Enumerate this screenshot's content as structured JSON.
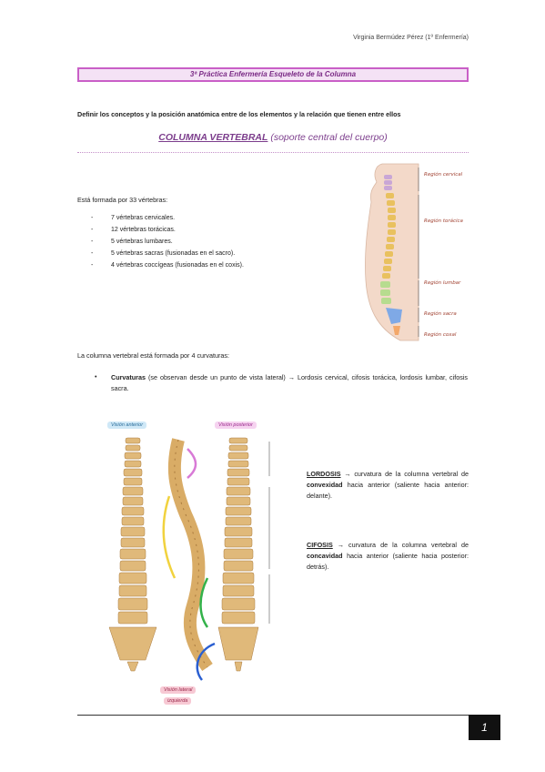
{
  "header": {
    "author": "Virginia Bermúdez Pérez (1º Enfermería)"
  },
  "banner": {
    "title": "3ª Práctica Enfermería Esqueleto de la Columna"
  },
  "intro": "Definir los conceptos y la posición anatómica entre de los elementos y la relación que tienen entre ellos",
  "heading": {
    "main": "COLUMNA VERTEBRAL",
    "sub": " (soporte central del cuerpo)"
  },
  "composition": {
    "lead": "Está formada por 33 vértebras:",
    "items": [
      "7 vértebras cervicales.",
      "12 vértebras torácicas.",
      "5 vértebras lumbares.",
      "5 vértebras sacras (fusionadas en el sacro).",
      "4 vértebras coccígeas (fusionadas en el coxis)."
    ]
  },
  "figure_top": {
    "regions": [
      "Región cervical",
      "Región torácica",
      "Región lumbar",
      "Región sacra",
      "Región coxal"
    ]
  },
  "curvatures": {
    "lead": "La columna vertebral está formada por 4 curvaturas:",
    "bullet_term": "Curvaturas",
    "bullet_text": " (se observan desde un punto de vista lateral) → Lordosis cervical, cifosis torácica, lordosis lumbar, cifosis sacra."
  },
  "figure_bottom": {
    "view_anterior": "Visión anterior",
    "view_posterior": "Visión posterior",
    "view_lateral_1": "Visión lateral",
    "view_lateral_2": "izquierda"
  },
  "definitions": {
    "lordosis_term": "LORDOSIS",
    "lordosis_a": " → curvatura de la columna vertebral de ",
    "lordosis_b": "convexidad",
    "lordosis_c": " hacia anterior (saliente hacia anterior: delante).",
    "cifosis_term": "CIFOSIS",
    "cifosis_a": " → curvatura de la columna vertebral de ",
    "cifosis_b": "concavidad",
    "cifosis_c": " hacia anterior (saliente hacia posterior: detrás)."
  },
  "footer": {
    "page": "1"
  },
  "colors": {
    "accent": "#c95fc7",
    "heading": "#7c3d8c",
    "bone": "#e0b97a"
  }
}
